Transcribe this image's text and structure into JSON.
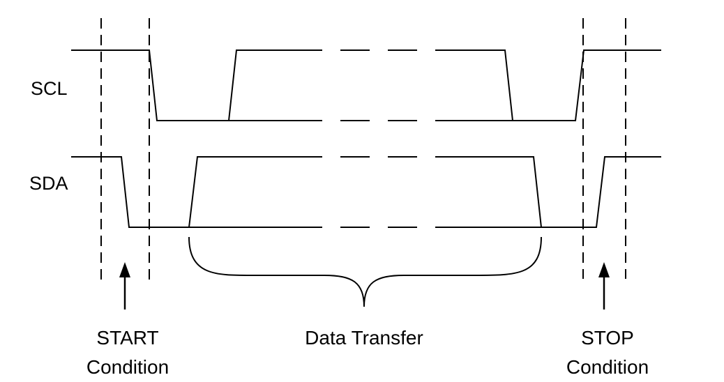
{
  "signals": {
    "scl": "SCL",
    "sda": "SDA"
  },
  "annotations": {
    "start_line1": "START",
    "start_line2": "Condition",
    "data_transfer": "Data Transfer",
    "stop_line1": "STOP",
    "stop_line2": "Condition"
  },
  "colors": {
    "ink": "#000000",
    "background": "#ffffff"
  }
}
